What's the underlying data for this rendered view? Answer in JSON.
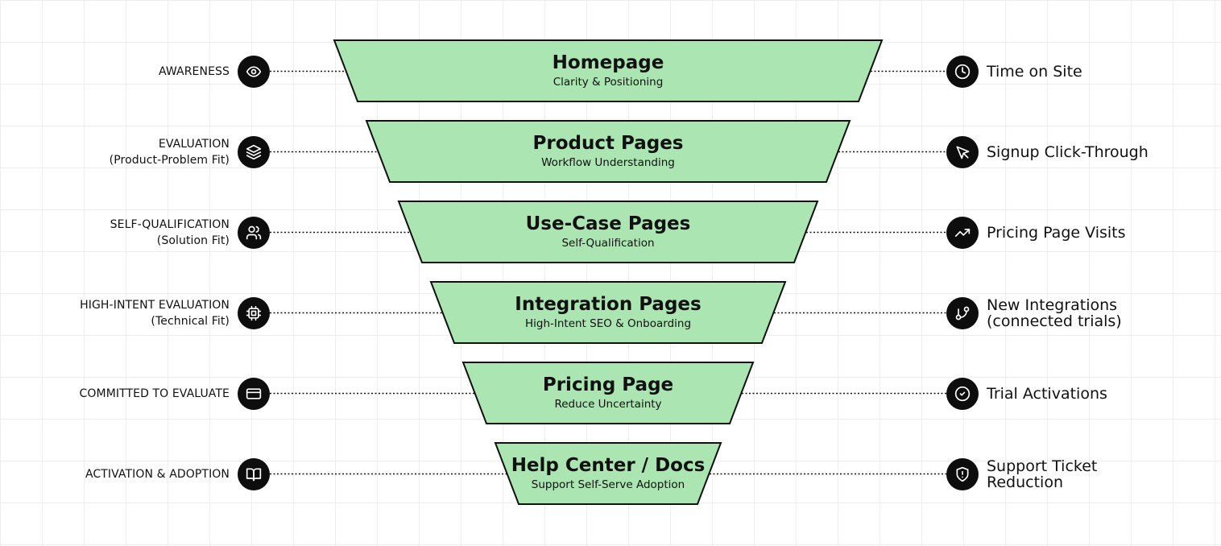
{
  "colors": {
    "funnel_fill": "#aae5b2",
    "funnel_stroke": "#111111",
    "icon_bg": "#0d0d0d",
    "icon_fg": "#ffffff"
  },
  "rows": [
    {
      "stage": [
        "AWARENESS"
      ],
      "stage_icon": "eye-icon",
      "title": "Homepage",
      "subtitle": "Clarity & Positioning",
      "metric": [
        "Time on Site"
      ],
      "metric_icon": "clock-icon"
    },
    {
      "stage": [
        "EVALUATION",
        "(Product-Problem Fit)"
      ],
      "stage_icon": "layers-icon",
      "title": "Product Pages",
      "subtitle": "Workflow Understanding",
      "metric": [
        "Signup Click-Through"
      ],
      "metric_icon": "cursor-icon"
    },
    {
      "stage": [
        "SELF-QUALIFICATION",
        "(Solution Fit)"
      ],
      "stage_icon": "users-icon",
      "title": "Use-Case Pages",
      "subtitle": "Self-Qualification",
      "metric": [
        "Pricing Page Visits"
      ],
      "metric_icon": "trending-up-icon"
    },
    {
      "stage": [
        "HIGH-INTENT EVALUATION",
        "(Technical Fit)"
      ],
      "stage_icon": "cpu-icon",
      "title": "Integration Pages",
      "subtitle": "High-Intent SEO & Onboarding",
      "metric": [
        "New Integrations",
        "(connected trials)"
      ],
      "metric_icon": "git-branch-icon"
    },
    {
      "stage": [
        "COMMITTED TO EVALUATE"
      ],
      "stage_icon": "credit-card-icon",
      "title": "Pricing Page",
      "subtitle": "Reduce Uncertainty",
      "metric": [
        "Trial Activations"
      ],
      "metric_icon": "check-circle-icon"
    },
    {
      "stage": [
        "ACTIVATION & ADOPTION"
      ],
      "stage_icon": "book-open-icon",
      "title": "Help Center / Docs",
      "subtitle": "Support Self-Serve Adoption",
      "metric": [
        "Support Ticket",
        "Reduction"
      ],
      "metric_icon": "shield-alert-icon"
    }
  ]
}
